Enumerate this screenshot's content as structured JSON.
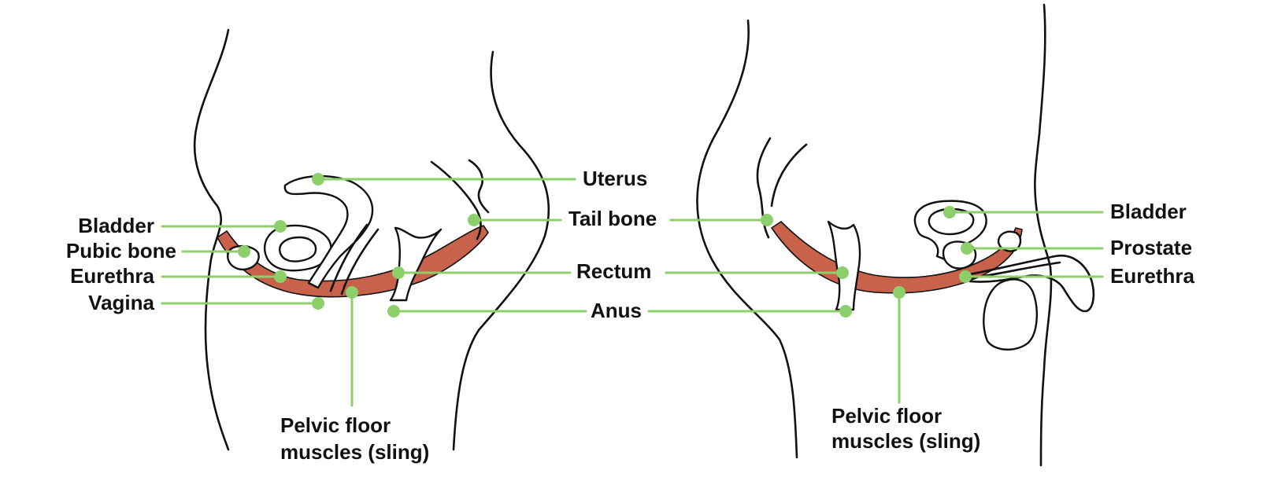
{
  "colors": {
    "leader": "#8dcf6b",
    "muscle": "#c8624b",
    "outline": "#111111"
  },
  "female": {
    "labels": {
      "uterus": "Uterus",
      "tail_bone": "Tail bone",
      "rectum": "Rectum",
      "anus": "Anus",
      "bladder": "Bladder",
      "pubic_bone": "Pubic bone",
      "urethra": "Eurethra",
      "vagina": "Vagina",
      "pelvic_floor_line1": "Pelvic floor",
      "pelvic_floor_line2": "muscles (sling)"
    }
  },
  "male": {
    "labels": {
      "bladder": "Bladder",
      "prostate": "Prostate",
      "urethra": "Eurethra",
      "pelvic_floor_line1": "Pelvic floor",
      "pelvic_floor_line2": "muscles (sling)"
    }
  }
}
